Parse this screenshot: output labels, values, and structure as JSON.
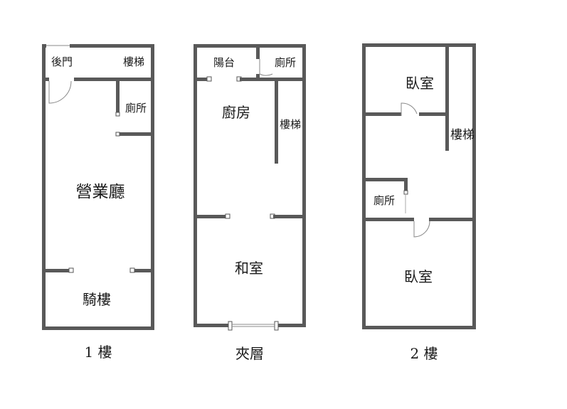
{
  "floor1": {
    "title": "1 樓",
    "rooms": {
      "back_door": "後門",
      "stairs": "樓梯",
      "toilet": "廁所",
      "business_hall": "營業廳",
      "arcade": "騎樓"
    }
  },
  "mezzanine": {
    "title": "夾層",
    "rooms": {
      "balcony": "陽台",
      "toilet": "廁所",
      "kitchen": "廚房",
      "stairs": "樓梯",
      "japanese_room": "和室"
    }
  },
  "floor2": {
    "title": "2 樓",
    "rooms": {
      "bedroom_top": "臥室",
      "stairs": "樓梯",
      "toilet": "廁所",
      "bedroom_bottom": "臥室"
    }
  },
  "colors": {
    "wall": "#595959",
    "background": "#ffffff"
  }
}
